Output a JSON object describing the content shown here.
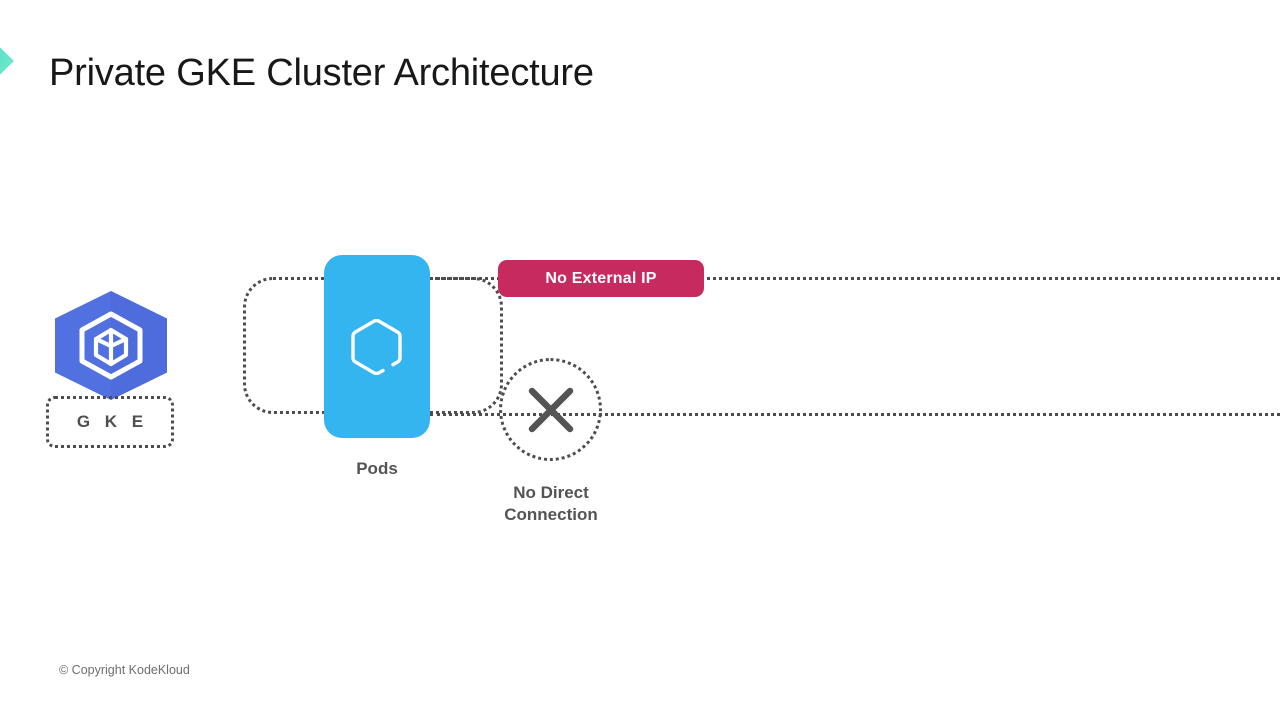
{
  "slide": {
    "title": "Private GKE Cluster Architecture",
    "background_color": "#ffffff",
    "brand_chevron_icon": "chevron-right-icon",
    "brand_gradient_from": "#3ddcc0",
    "brand_gradient_to": "#6ee7c8"
  },
  "gke": {
    "label": "G K E",
    "logo_icon": "gke-hexagon-cube-icon",
    "hex_color": "#5271e0",
    "hex_shadow_color": "#4662c9",
    "label_color": "#4f4f4f",
    "border_style": "dotted"
  },
  "pods": {
    "label": "Pods",
    "icon": "pod-hexagon-icon",
    "card_color": "#35b5f0",
    "label_color": "#545454"
  },
  "no_external_ip": {
    "label": "No External IP",
    "badge_color": "#c72a5e",
    "text_color": "#ffffff"
  },
  "no_direct_connection": {
    "label_line1": "No Direct",
    "label_line2": "Connection",
    "icon": "close-x-icon",
    "icon_color": "#545454",
    "border_style": "dotted",
    "border_color": "#4d4d4d"
  },
  "connectors": {
    "line_color": "#4d4d4d",
    "style": "dotted",
    "top_line_label": "cluster-top-connector",
    "bottom_line_label": "cluster-bottom-connector"
  },
  "footer": {
    "copyright": "© Copyright KodeKloud"
  }
}
